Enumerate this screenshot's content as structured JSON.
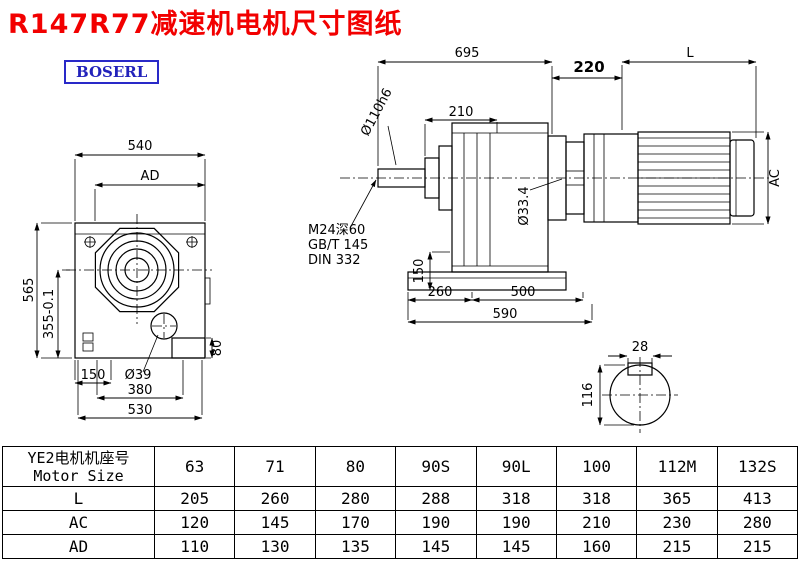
{
  "page": {
    "title": "R147R77减速机电机尺寸图纸",
    "logo": "BOSERL"
  },
  "front_view": {
    "dim_top_width": "540",
    "dim_ad": "AD",
    "dim_height": "565",
    "dim_shaft_height": "355-0.1",
    "dim_80": "80",
    "dim_150": "150",
    "dim_bore": "Ø39",
    "dim_380": "380",
    "dim_530": "530"
  },
  "side_view": {
    "dim_695": "695",
    "dim_220": "220",
    "dim_motor_length": "L",
    "dim_shaft_dia": "Ø110h6",
    "dim_210": "210",
    "note_tap": "M24深60",
    "note_std1": "GB/T 145",
    "note_std2": "DIN 332",
    "dim_33_4": "Ø33.4",
    "dim_150": "150",
    "dim_260": "260",
    "dim_500": "500",
    "dim_590": "590",
    "dim_ac": "AC"
  },
  "shaft_section": {
    "dim_key_width": "28",
    "dim_dia": "116"
  },
  "table": {
    "header_cn": "YE2电机机座号",
    "header_en": "Motor Size",
    "sizes": [
      "63",
      "71",
      "80",
      "90S",
      "90L",
      "100",
      "112M",
      "132S"
    ],
    "rows": [
      {
        "label": "L",
        "values": [
          "205",
          "260",
          "280",
          "288",
          "318",
          "318",
          "365",
          "413"
        ]
      },
      {
        "label": "AC",
        "values": [
          "120",
          "145",
          "170",
          "190",
          "190",
          "210",
          "230",
          "280"
        ]
      },
      {
        "label": "AD",
        "values": [
          "110",
          "130",
          "135",
          "145",
          "145",
          "160",
          "215",
          "215"
        ]
      }
    ]
  }
}
